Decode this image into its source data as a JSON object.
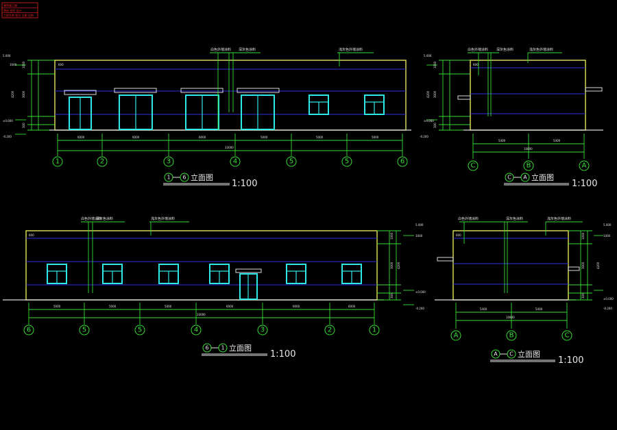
{
  "title_block": [
    {
      "text": "建筑施工图",
      "color": "#ee2222"
    },
    {
      "text": "审核 校对 设计",
      "color": "#ee2222"
    },
    {
      "text": "工程名称 图号 日期 比例",
      "color": "#ee2222"
    }
  ],
  "annotations": {
    "a": "白色外墙涂料",
    "b": "深灰色涂料",
    "c": "浅灰色外墙涂料"
  },
  "drawings": [
    {
      "id": "elev-1-6",
      "label_axes": [
        "1",
        "6"
      ],
      "label_text": "立面图",
      "scale": "1:100",
      "axis_numbers": [
        "1",
        "2",
        "3",
        "4",
        "5",
        "5",
        "6"
      ],
      "bay_dims": [
        "6000",
        "6000",
        "6000",
        "5000",
        "5000",
        "5000"
      ],
      "total_dim": "33000",
      "level_marks": [
        "5.000",
        "±0.000",
        "-0.200"
      ],
      "dim_marks": [
        "1000",
        "3000",
        "3800",
        "4200",
        "300",
        "600"
      ]
    },
    {
      "id": "elev-c-a",
      "label_axes": [
        "C",
        "A"
      ],
      "label_text": "立面图",
      "scale": "1:100",
      "axis_numbers": [
        "C",
        "B",
        "A"
      ],
      "bay_dims": [
        "5400",
        "5400"
      ],
      "total_dim": "10800",
      "level_marks": [
        "5.000",
        "±0.000",
        "-0.200"
      ],
      "dim_marks": [
        "1000",
        "3000",
        "3800",
        "4200",
        "300",
        "600"
      ]
    },
    {
      "id": "elev-6-1",
      "label_axes": [
        "6",
        "1"
      ],
      "label_text": "立面图",
      "scale": "1:100",
      "axis_numbers": [
        "6",
        "5",
        "5",
        "4",
        "3",
        "2",
        "1"
      ],
      "bay_dims": [
        "5000",
        "5000",
        "5000",
        "6000",
        "6000",
        "6000"
      ],
      "total_dim": "33000",
      "level_marks": [
        "5.000",
        "±0.000",
        "-0.200"
      ],
      "dim_marks": [
        "1000",
        "3000",
        "3800",
        "4200",
        "300",
        "600"
      ]
    },
    {
      "id": "elev-a-c",
      "label_axes": [
        "A",
        "C"
      ],
      "label_text": "立面图",
      "scale": "1:100",
      "axis_numbers": [
        "A",
        "B",
        "C"
      ],
      "bay_dims": [
        "5400",
        "5400"
      ],
      "total_dim": "10800",
      "level_marks": [
        "5.000",
        "±0.000",
        "-0.200"
      ],
      "dim_marks": [
        "1000",
        "3000",
        "3800",
        "4200",
        "300",
        "600"
      ]
    }
  ],
  "colors": {
    "background": "#000000",
    "wall": "#e4e455",
    "band": "#3030dd",
    "window": "#2fe8e8",
    "dimension": "#37e037",
    "text": "#e8e8e8",
    "title_block": "#ee2222"
  }
}
